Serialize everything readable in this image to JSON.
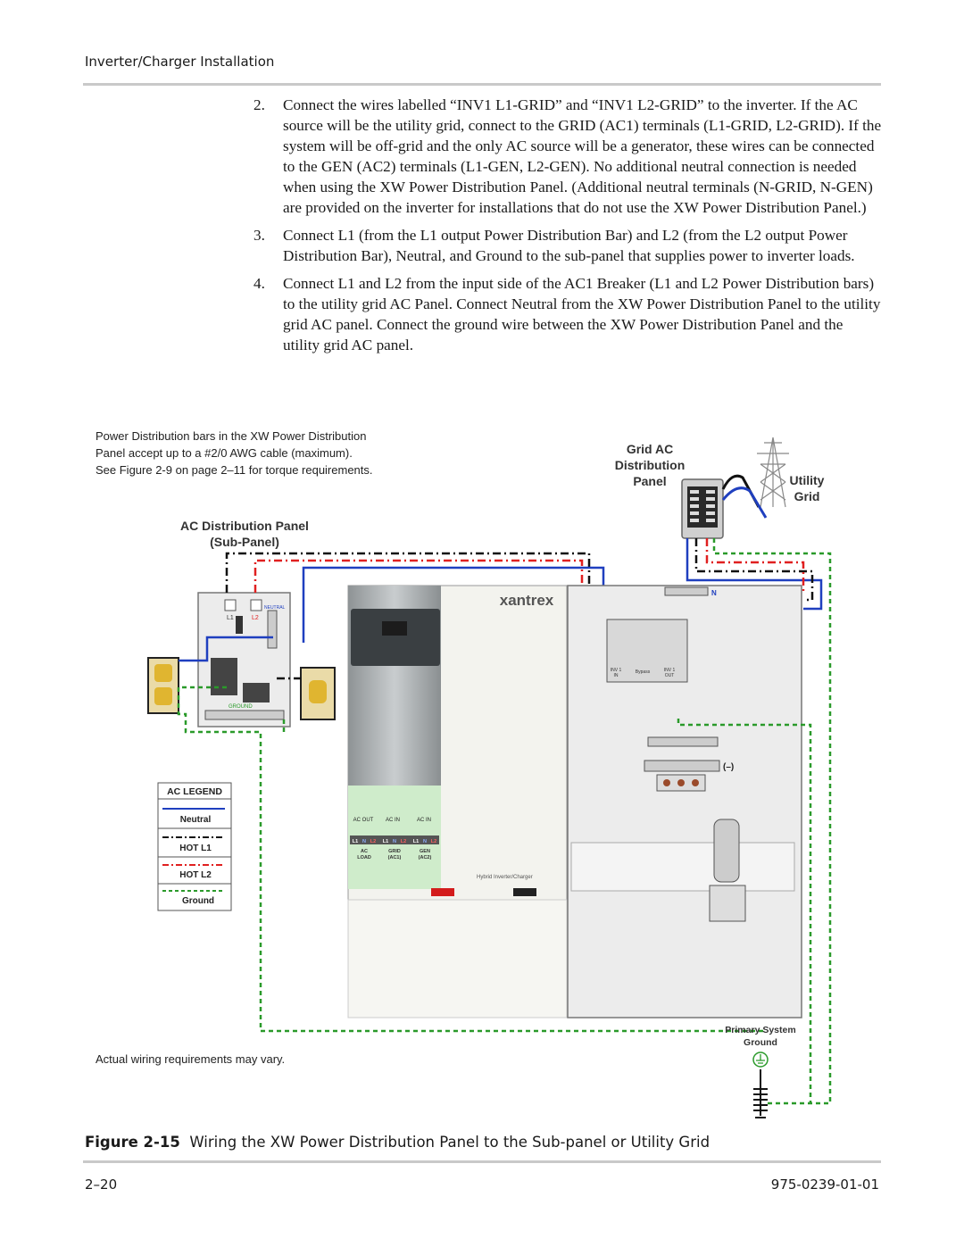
{
  "header": {
    "section": "Inverter/Charger Installation"
  },
  "steps": [
    {
      "num": "2.",
      "text": "Connect the wires labelled “INV1 L1-GRID” and “INV1 L2-GRID” to the inverter. If the AC source will be the utility grid, connect to the GRID (AC1) terminals (L1-GRID, L2-GRID). If the system will be off-grid and the only AC source will be a generator, these wires can be connected to the GEN (AC2) terminals (L1-GEN, L2-GEN). No additional neutral connection is needed when using the XW Power Distribution Panel. (Additional neutral terminals (N-GRID, N-GEN) are provided on the inverter for installations that do not use the XW Power Distribution Panel.)"
    },
    {
      "num": "3.",
      "text": "Connect L1 (from the L1 output Power Distribution Bar) and L2 (from the L2 output Power Distribution Bar), Neutral, and Ground to the sub-panel that supplies power to inverter loads."
    },
    {
      "num": "4.",
      "text": "Connect L1 and L2 from the input side of the AC1 Breaker (L1 and L2 Power Distribution bars) to the utility grid AC Panel. Connect Neutral from the XW Power Distribution Panel to the utility grid AC panel. Connect the ground wire between the XW Power Distribution Panel and the utility grid AC panel."
    }
  ],
  "figure": {
    "note_top": [
      "Power Distribution bars in the XW Power Distribution",
      "Panel accept up to a #2/0 AWG cable (maximum).",
      "See Figure 2-9 on page 2–11 for torque requirements."
    ],
    "note_bottom": "Actual wiring requirements may vary.",
    "labels": {
      "grid_ac_panel": [
        "Grid AC",
        "Distribution",
        "Panel"
      ],
      "utility_grid": [
        "Utility",
        "Grid"
      ],
      "ac_dist_panel": [
        "AC Distribution Panel",
        "(Sub-Panel)"
      ],
      "brand": "xantrex",
      "primary_ground": [
        "Primary System",
        "Ground"
      ],
      "hybrid": "Hybrid Inverter/Charger",
      "sub_l1": "L1",
      "sub_l2": "L2",
      "sub_neutral": "NEUTRAL",
      "sub_ground": "GROUND",
      "term_headers": [
        "AC OUT",
        "AC IN",
        "AC IN"
      ],
      "term_names": [
        [
          "AC",
          "LOAD"
        ],
        [
          "GRID",
          "(AC1)"
        ],
        [
          "GEN",
          "(AC2)"
        ]
      ],
      "term_letters": [
        "L1",
        "N",
        "L2",
        "L1",
        "N",
        "L2",
        "L1",
        "N",
        "L2"
      ],
      "neutral_tag": "N",
      "minus_tag": "(–)",
      "breaker_labels": [
        [
          "INV 1",
          "IN"
        ],
        [
          "Bypass"
        ],
        [
          "INV 1",
          "OUT"
        ]
      ]
    },
    "legend": {
      "title": "AC LEGEND",
      "items": [
        {
          "label": "Neutral",
          "color": "#1f3fbf"
        },
        {
          "label": "HOT L1",
          "color": "#111111"
        },
        {
          "label": "HOT L2",
          "color": "#e02020"
        },
        {
          "label": "Ground",
          "color": "#2a9a2a"
        }
      ]
    },
    "caption_prefix": "Figure 2-15",
    "caption_text": "Wiring the XW Power Distribution Panel to the Sub-panel or Utility Grid"
  },
  "footer": {
    "page": "2–20",
    "doc_number": "975-0239-01-01"
  }
}
